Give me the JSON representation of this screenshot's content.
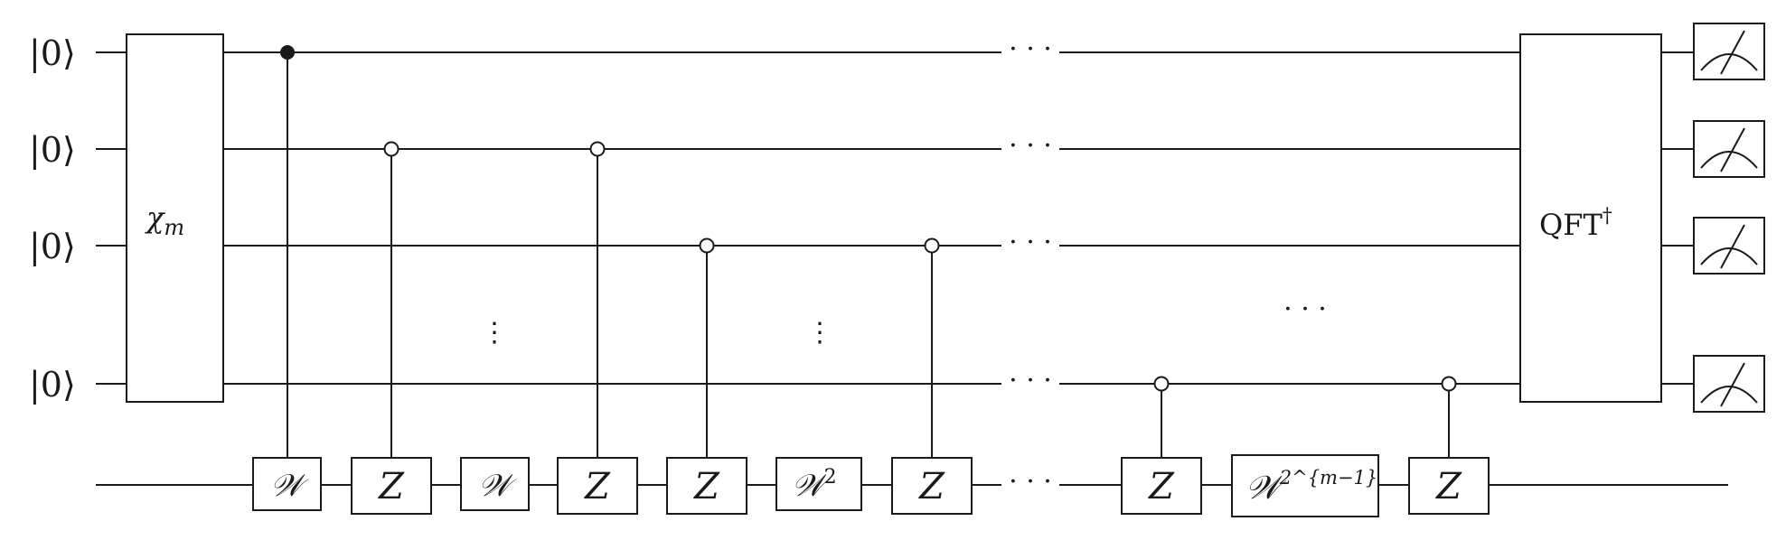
{
  "inputs": [
    {
      "label": "|0⟩"
    },
    {
      "label": "|0⟩"
    },
    {
      "label": "|0⟩"
    },
    {
      "label": "|0⟩"
    }
  ],
  "gates": {
    "chi": {
      "base": "χ",
      "sub": "m"
    },
    "qft": {
      "base": "QFT",
      "sup": "†"
    },
    "w1": {
      "label": "𝒲"
    },
    "w2": {
      "label": "𝒲"
    },
    "w3": {
      "base": "𝒲",
      "sup": "2"
    },
    "w4": {
      "base": "𝒲",
      "sup": "2^{m−1}"
    },
    "z_label": "Z"
  },
  "ellipsis": {
    "horizontal": "· · ·",
    "vertical": "⋮"
  },
  "measurements": [
    {
      "icon": "meter-icon"
    },
    {
      "icon": "meter-icon"
    },
    {
      "icon": "meter-icon"
    },
    {
      "icon": "meter-icon"
    }
  ],
  "colors": {
    "line": "#1a1a1a",
    "background": "#ffffff"
  }
}
